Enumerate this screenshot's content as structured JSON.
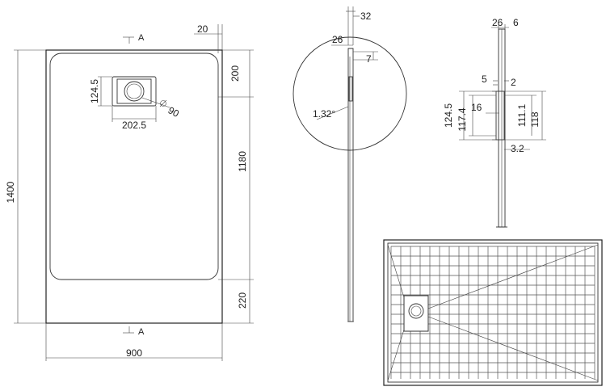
{
  "plan_view": {
    "width_label": "900",
    "length_label": "1400",
    "inner_length_label": "1180",
    "bottom_margin_label": "220",
    "top_margin_label": "200",
    "side_margin_label": "20",
    "drain_width_label": "202.5",
    "drain_height_label": "124.5",
    "drain_diameter_label": "90",
    "section_mark_label": "A"
  },
  "detail_circle": {
    "thickness_label": "32",
    "rim_label": "26",
    "rim_height_label": "7",
    "slope_label": "1.32°"
  },
  "section_detail": {
    "top_a_label": "26",
    "top_b_label": "6",
    "drain_offset_a_label": "5",
    "drain_offset_b_label": "2",
    "outer_height_label": "124.5",
    "outer_diameter_label": "117.4",
    "inner_depth_label": "16",
    "inner_height_label": "111.1",
    "inner_diameter_label": "118",
    "bottom_label": "3.2"
  },
  "colors": {
    "line": "#333333",
    "background": "#ffffff"
  }
}
